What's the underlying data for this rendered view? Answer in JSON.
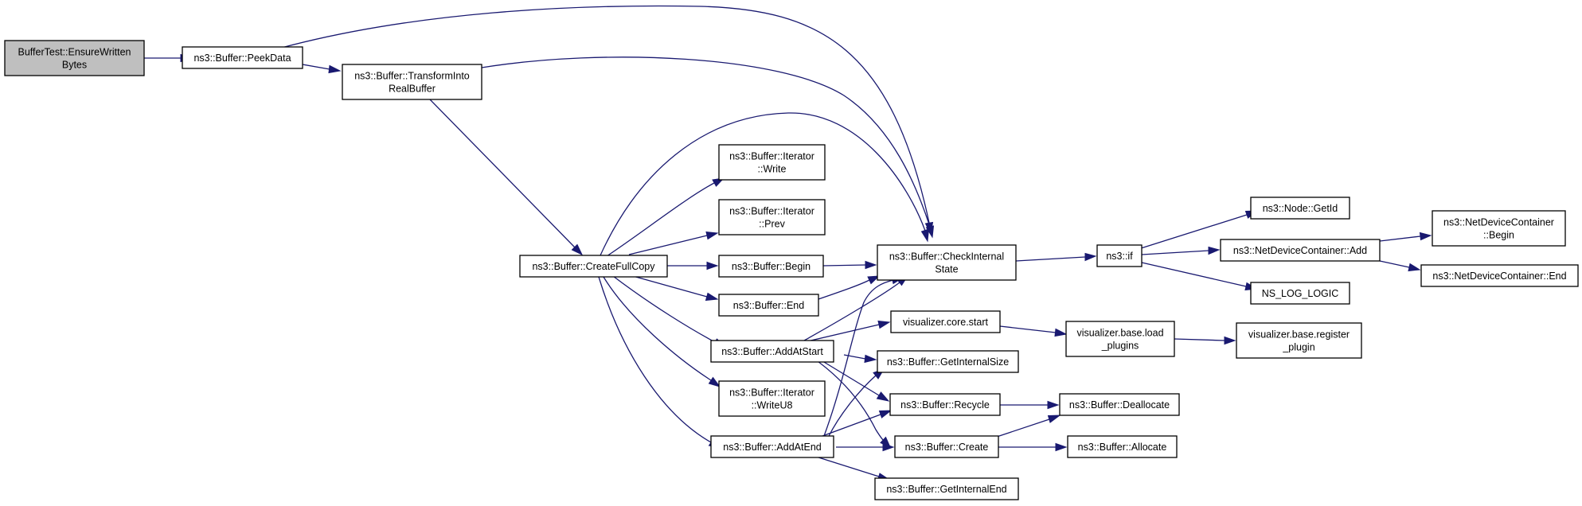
{
  "nodes": {
    "ensure_written_bytes": {
      "lines": [
        "BufferTest::EnsureWritten",
        "Bytes"
      ],
      "fill": "#bfbfbf"
    },
    "peek_data": {
      "lines": [
        "ns3::Buffer::PeekData"
      ]
    },
    "transform_into_real_buffer": {
      "lines": [
        "ns3::Buffer::TransformInto",
        "RealBuffer"
      ]
    },
    "create_full_copy": {
      "lines": [
        "ns3::Buffer::CreateFullCopy"
      ]
    },
    "iterator_write": {
      "lines": [
        "ns3::Buffer::Iterator",
        "::Write"
      ]
    },
    "iterator_prev": {
      "lines": [
        "ns3::Buffer::Iterator",
        "::Prev"
      ]
    },
    "begin": {
      "lines": [
        "ns3::Buffer::Begin"
      ]
    },
    "end": {
      "lines": [
        "ns3::Buffer::End"
      ]
    },
    "add_at_start": {
      "lines": [
        "ns3::Buffer::AddAtStart"
      ]
    },
    "iterator_write_u8": {
      "lines": [
        "ns3::Buffer::Iterator",
        "::WriteU8"
      ]
    },
    "add_at_end": {
      "lines": [
        "ns3::Buffer::AddAtEnd"
      ]
    },
    "check_internal_state": {
      "lines": [
        "ns3::Buffer::CheckInternal",
        "State"
      ]
    },
    "visualizer_core_start": {
      "lines": [
        "visualizer.core.start"
      ]
    },
    "get_internal_size": {
      "lines": [
        "ns3::Buffer::GetInternalSize"
      ]
    },
    "recycle": {
      "lines": [
        "ns3::Buffer::Recycle"
      ]
    },
    "create": {
      "lines": [
        "ns3::Buffer::Create"
      ]
    },
    "get_internal_end": {
      "lines": [
        "ns3::Buffer::GetInternalEnd"
      ]
    },
    "ns3_if": {
      "lines": [
        "ns3::if"
      ]
    },
    "visualizer_base_load_plugins": {
      "lines": [
        "visualizer.base.load",
        "_plugins"
      ]
    },
    "deallocate": {
      "lines": [
        "ns3::Buffer::Deallocate"
      ]
    },
    "allocate": {
      "lines": [
        "ns3::Buffer::Allocate"
      ]
    },
    "node_get_id": {
      "lines": [
        "ns3::Node::GetId"
      ]
    },
    "net_device_container_add": {
      "lines": [
        "ns3::NetDeviceContainer::Add"
      ]
    },
    "ns_log_logic": {
      "lines": [
        "NS_LOG_LOGIC"
      ]
    },
    "visualizer_base_register_plugin": {
      "lines": [
        "visualizer.base.register",
        "_plugin"
      ]
    },
    "net_device_container_begin": {
      "lines": [
        "ns3::NetDeviceContainer",
        "::Begin"
      ]
    },
    "net_device_container_end": {
      "lines": [
        "ns3::NetDeviceContainer::End"
      ]
    }
  },
  "edges": [
    [
      "ensure_written_bytes",
      "peek_data"
    ],
    [
      "peek_data",
      "transform_into_real_buffer"
    ],
    [
      "peek_data",
      "check_internal_state"
    ],
    [
      "transform_into_real_buffer",
      "create_full_copy"
    ],
    [
      "transform_into_real_buffer",
      "check_internal_state"
    ],
    [
      "create_full_copy",
      "iterator_write"
    ],
    [
      "create_full_copy",
      "iterator_prev"
    ],
    [
      "create_full_copy",
      "begin"
    ],
    [
      "create_full_copy",
      "end"
    ],
    [
      "create_full_copy",
      "add_at_start"
    ],
    [
      "create_full_copy",
      "iterator_write_u8"
    ],
    [
      "create_full_copy",
      "add_at_end"
    ],
    [
      "create_full_copy",
      "check_internal_state"
    ],
    [
      "begin",
      "check_internal_state"
    ],
    [
      "end",
      "check_internal_state"
    ],
    [
      "add_at_start",
      "check_internal_state"
    ],
    [
      "add_at_start",
      "visualizer_core_start"
    ],
    [
      "add_at_start",
      "get_internal_size"
    ],
    [
      "add_at_start",
      "recycle"
    ],
    [
      "add_at_start",
      "create"
    ],
    [
      "add_at_end",
      "check_internal_state"
    ],
    [
      "add_at_end",
      "get_internal_size"
    ],
    [
      "add_at_end",
      "recycle"
    ],
    [
      "add_at_end",
      "create"
    ],
    [
      "add_at_end",
      "get_internal_end"
    ],
    [
      "check_internal_state",
      "ns3_if"
    ],
    [
      "visualizer_core_start",
      "visualizer_base_load_plugins"
    ],
    [
      "visualizer_base_load_plugins",
      "visualizer_base_register_plugin"
    ],
    [
      "recycle",
      "deallocate"
    ],
    [
      "create",
      "deallocate"
    ],
    [
      "create",
      "allocate"
    ],
    [
      "ns3_if",
      "node_get_id"
    ],
    [
      "ns3_if",
      "net_device_container_add"
    ],
    [
      "ns3_if",
      "ns_log_logic"
    ],
    [
      "net_device_container_add",
      "net_device_container_begin"
    ],
    [
      "net_device_container_add",
      "net_device_container_end"
    ]
  ],
  "colors": {
    "edge": "#191970",
    "root_fill": "#bfbfbf",
    "node_fill": "#ffffff",
    "node_stroke": "#000000"
  }
}
